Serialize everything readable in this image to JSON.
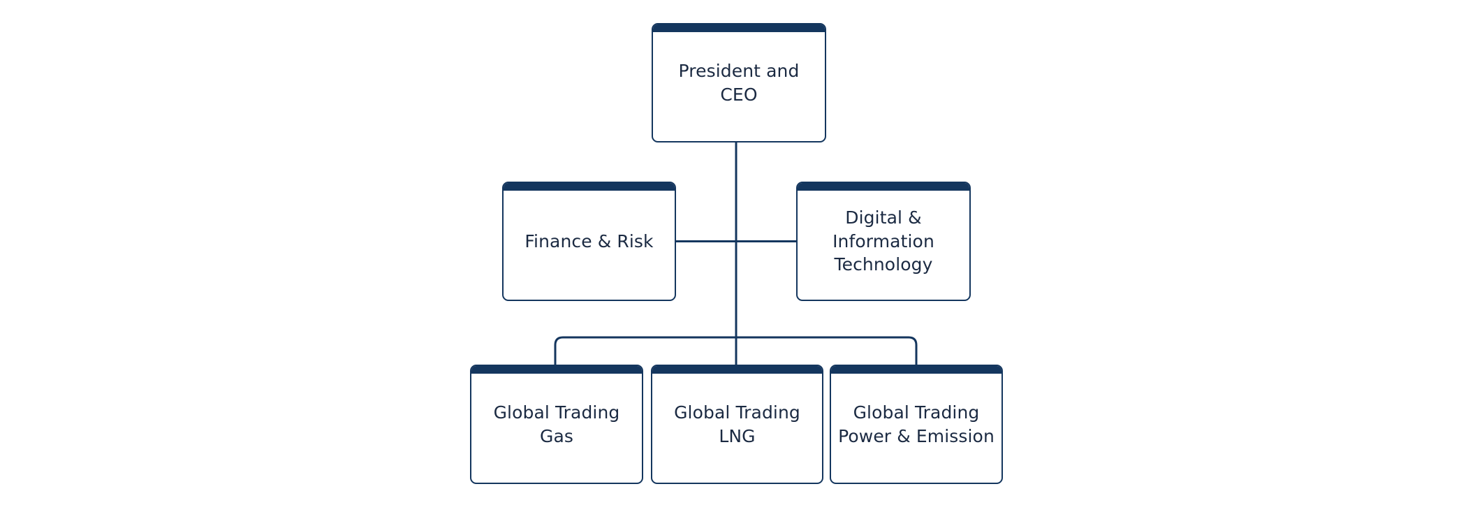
{
  "chart": {
    "type": "org-chart",
    "title": "",
    "accent_color": "#14365e",
    "text_color": "#1b2a42",
    "background_color": "#ffffff",
    "nodes": [
      {
        "id": "ceo",
        "label": "President and CEO",
        "level": 1,
        "lines": [
          "President and CEO"
        ]
      },
      {
        "id": "finance-risk",
        "label": "Finance & Risk",
        "level": 2,
        "lines": [
          "Finance & Risk"
        ]
      },
      {
        "id": "digital-it",
        "label": "Digital &\nInformation\nTechnology",
        "level": 2,
        "lines": [
          "Digital &",
          "Information",
          "Technology"
        ]
      },
      {
        "id": "gt-gas",
        "label": "Global Trading\nGas",
        "level": 3,
        "lines": [
          "Global Trading",
          "Gas"
        ]
      },
      {
        "id": "gt-lng",
        "label": "Global Trading\nLNG",
        "level": 3,
        "lines": [
          "Global Trading",
          "LNG"
        ]
      },
      {
        "id": "gt-power",
        "label": "Global Trading\nPower & Emission",
        "level": 3,
        "lines": [
          "Global Trading",
          "Power & Emission"
        ]
      }
    ],
    "edges": [
      {
        "from": "ceo",
        "to": "finance-risk"
      },
      {
        "from": "ceo",
        "to": "digital-it"
      },
      {
        "from": "ceo",
        "to": "gt-gas"
      },
      {
        "from": "ceo",
        "to": "gt-lng"
      },
      {
        "from": "ceo",
        "to": "gt-power"
      }
    ]
  }
}
